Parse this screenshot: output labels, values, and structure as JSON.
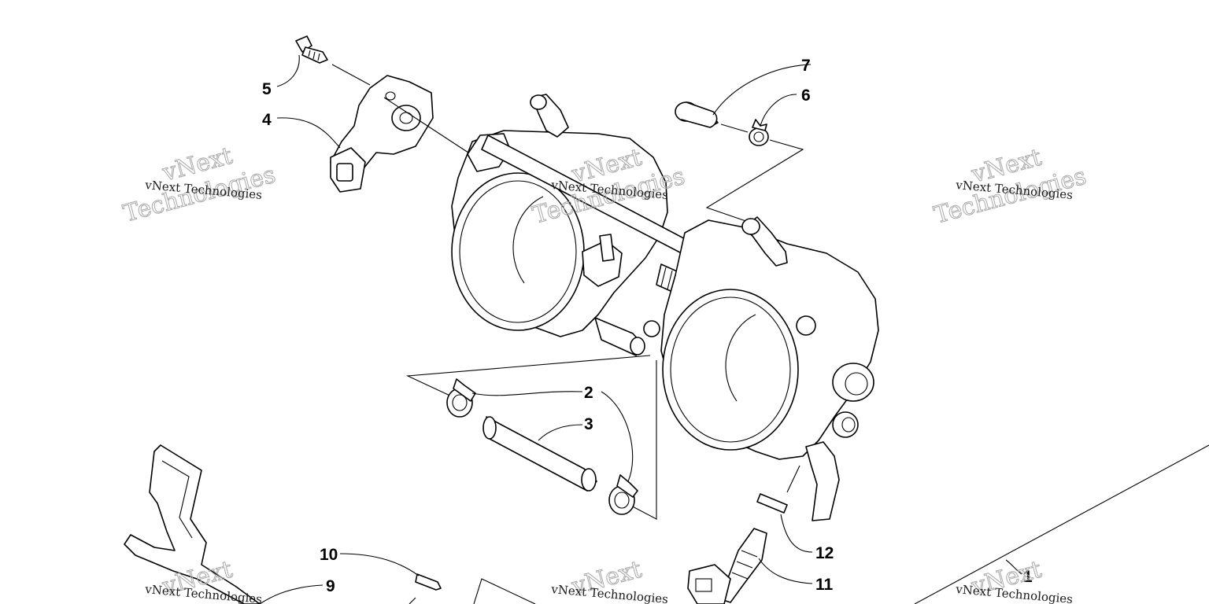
{
  "diagram": {
    "callouts": [
      {
        "id": "c1",
        "text": "1"
      },
      {
        "id": "c2",
        "text": "2"
      },
      {
        "id": "c3",
        "text": "3"
      },
      {
        "id": "c4",
        "text": "4"
      },
      {
        "id": "c5",
        "text": "5"
      },
      {
        "id": "c6",
        "text": "6"
      },
      {
        "id": "c7",
        "text": "7"
      },
      {
        "id": "c9",
        "text": "9"
      },
      {
        "id": "c10",
        "text": "10"
      },
      {
        "id": "c11",
        "text": "11"
      },
      {
        "id": "c12",
        "text": "12"
      }
    ],
    "watermark": {
      "line_small": "vNext Technologies",
      "line_big_1": "vNext",
      "line_big_2": "Technologies"
    }
  }
}
